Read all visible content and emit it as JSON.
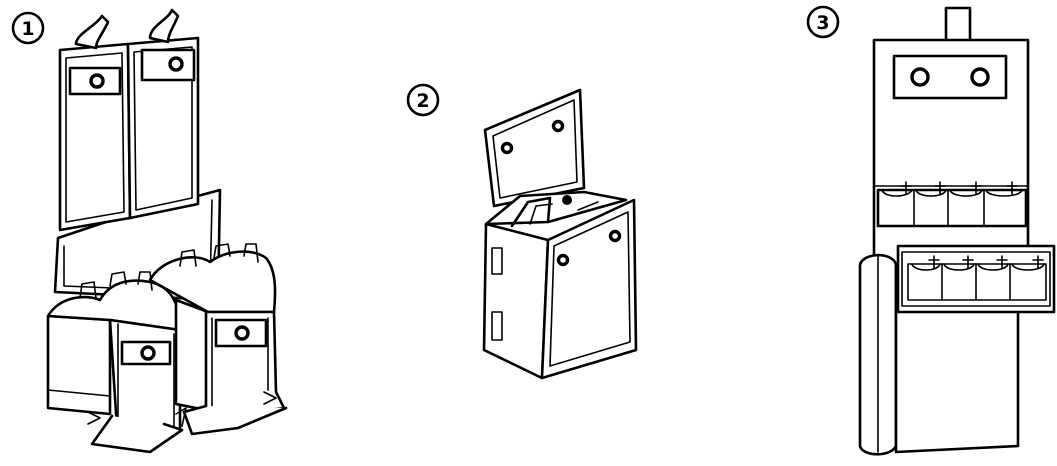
{
  "figure": {
    "step_labels": [
      "1",
      "2",
      "3"
    ],
    "stroke_color": "#000000",
    "background_color": "#ffffff"
  }
}
